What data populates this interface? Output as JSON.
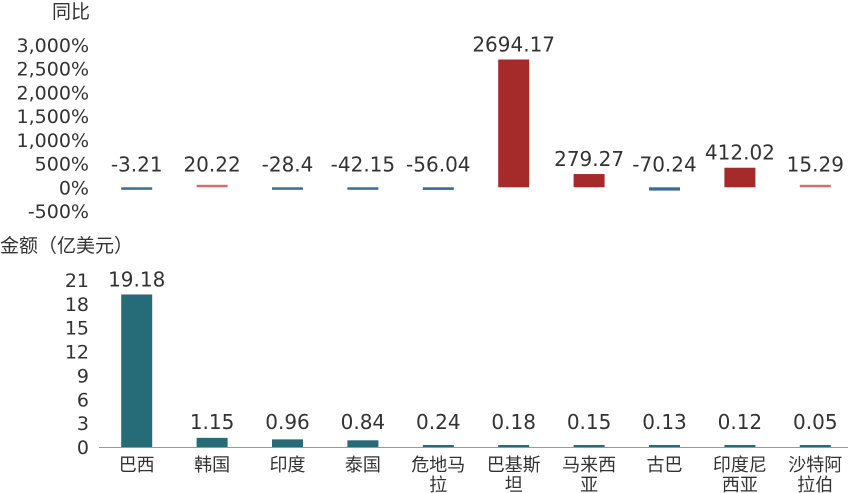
{
  "chart_data": [
    {
      "type": "bar",
      "ylabel": "同比",
      "categories": [
        "巴西",
        "韩国",
        "印度",
        "泰国",
        "危地马拉",
        "巴基斯坦",
        "马来西亚",
        "古巴",
        "印度尼西亚",
        "沙特阿拉伯"
      ],
      "values": [
        -3.21,
        20.22,
        -28.4,
        -42.15,
        -56.04,
        2694.17,
        279.27,
        -70.24,
        412.02,
        15.29
      ],
      "data_labels": [
        "-3.21",
        "20.22",
        "-28.4",
        "-42.15",
        "-56.04",
        "2694.17",
        "279.27",
        "-70.24",
        "412.02",
        "15.29"
      ],
      "yticks": [
        "3,000%",
        "2,500%",
        "2,000%",
        "1,500%",
        "1,000%",
        "500%",
        "0%",
        "-500%"
      ],
      "ytick_values": [
        3000,
        2500,
        2000,
        1500,
        1000,
        500,
        0,
        -500
      ],
      "ylim": [
        -500,
        3000
      ],
      "colors": {
        "positive_large": "#a52a2a",
        "positive_small": "#d07070",
        "negative": "#3a6b9c"
      },
      "grid": false
    },
    {
      "type": "bar",
      "ylabel": "金额（亿美元）",
      "categories": [
        "巴西",
        "韩国",
        "印度",
        "泰国",
        "危地马拉",
        "巴基斯坦",
        "马来西亚",
        "古巴",
        "印度尼西亚",
        "沙特阿拉伯"
      ],
      "category_lines": [
        [
          "巴西"
        ],
        [
          "韩国"
        ],
        [
          "印度"
        ],
        [
          "泰国"
        ],
        [
          "危地马",
          "拉"
        ],
        [
          "巴基斯",
          "坦"
        ],
        [
          "马来西",
          "亚"
        ],
        [
          "古巴"
        ],
        [
          "印度尼",
          "西亚"
        ],
        [
          "沙特阿",
          "拉伯"
        ]
      ],
      "values": [
        19.18,
        1.15,
        0.96,
        0.84,
        0.24,
        0.18,
        0.15,
        0.13,
        0.12,
        0.05
      ],
      "data_labels": [
        "19.18",
        "1.15",
        "0.96",
        "0.84",
        "0.24",
        "0.18",
        "0.15",
        "0.13",
        "0.12",
        "0.05"
      ],
      "yticks": [
        "21",
        "18",
        "15",
        "12",
        "9",
        "6",
        "3",
        "0"
      ],
      "ytick_values": [
        21,
        18,
        15,
        12,
        9,
        6,
        3,
        0
      ],
      "ylim": [
        0,
        21
      ],
      "colors": {
        "bar": "#266b78"
      },
      "grid": false
    }
  ]
}
